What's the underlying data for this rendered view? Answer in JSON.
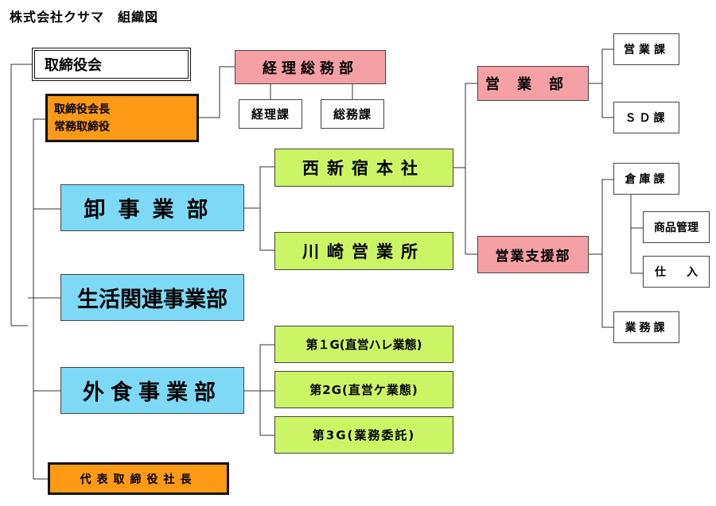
{
  "header": {
    "title": "株式会社クサマ　組織図"
  },
  "nodes": {
    "board": "取締役会",
    "chairman": [
      "取締役会長",
      "常務取締役"
    ],
    "keiri_somu": "経理総務部",
    "keiri": "経理課",
    "somu": "総務課",
    "oroshi": "卸事業部",
    "nishishinjuku": "西新宿本社",
    "kawasaki": "川崎営業所",
    "seikatsu": "生活関連事業部",
    "gaishoku": "外食事業部",
    "g1": "第１G(直営ハレ業態)",
    "g2": "第2G(直営ケ業態)",
    "g3": "第3G(業務委託)",
    "president": "代表取締役社長",
    "eigyobu": "営業部",
    "eigyoshien": "営業支援部",
    "eigyoka": "営業課",
    "sdka": "ＳＤ課",
    "soko": "倉庫課",
    "shohin": "商品管理",
    "shiire": "仕入",
    "gyomu": "業務課"
  },
  "colors": {
    "pink": "#f4a0a4",
    "green": "#ccf566",
    "cyan": "#7dd9f5",
    "orange": "#ff9a17",
    "white": "#ffffff"
  }
}
